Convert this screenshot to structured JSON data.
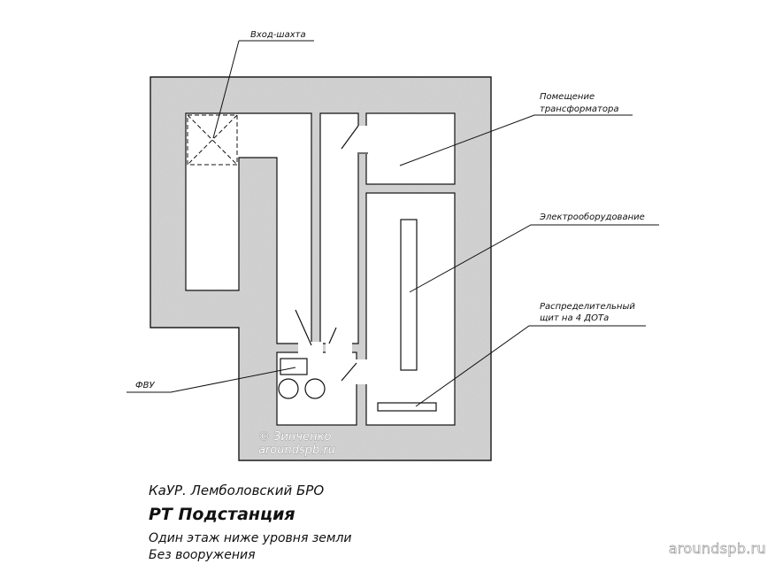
{
  "callouts": {
    "entrance_shaft": "Вход-шахта",
    "transformer_room_line1": "Помещение",
    "transformer_room_line2": "трансформатора",
    "electrical_equipment": "Электрооборудование",
    "distribution_board_line1": "Распределительный",
    "distribution_board_line2": "щит на 4 ДОТа",
    "fvu": "ФВУ"
  },
  "copyright": {
    "line1": "© Зинченко",
    "line2": "aroundspb.ru"
  },
  "caption": {
    "organization": "КаУР. Лемболовский БРО",
    "title": "РТ Подстанция",
    "note_level": "Один этаж ниже уровня земли",
    "note_armament": "Без вооружения"
  },
  "watermark": "aroundspb.ru",
  "colors": {
    "concrete": "#d6d6d6",
    "line": "#111111",
    "room": "#ffffff"
  }
}
